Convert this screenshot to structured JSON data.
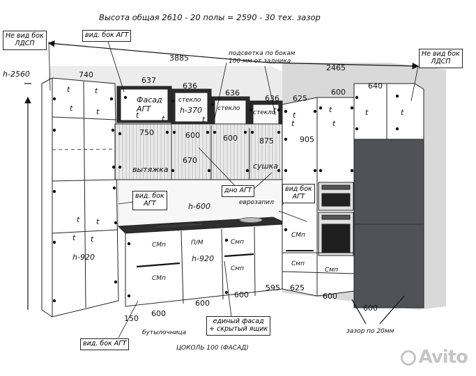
{
  "header": {
    "title": "Высота общая 2610 - 20 полы = 2590 - 30 тех. зазор"
  },
  "callouts": {
    "side_ldsp_left": "Не вид бок\nЛДСП",
    "side_ldsp_right": "Не вид бок\nЛДСП",
    "side_agt_top": "вид. бок АГТ",
    "side_agt_mid": "вид. бок\nАГТ",
    "side_agt_right": "вид бок\nАГТ",
    "side_agt_bottom": "вид.  бок АГТ",
    "lighting": "подсветка по бокам\n100 мм от задника",
    "bottom_agt": "дно АГТ",
    "single_facade": "единый фасад\n+ скрытый ящик"
  },
  "dimensions": {
    "overall_left": "3885",
    "overall_right": "2465",
    "height_total": "h-2560",
    "w740": "740",
    "w637": "637",
    "w636a": "636",
    "w636b": "636",
    "w636c": "636",
    "w625_top": "625",
    "w600_top": "600",
    "w640": "640",
    "h370": "h-370",
    "w750": "750",
    "w600_mid1": "600",
    "w600_mid2": "600",
    "w875": "875",
    "w905": "905",
    "w670": "670",
    "h600": "h-600",
    "h920_left": "h-920",
    "h920_mid": "h-920",
    "w595": "595",
    "w625_bot": "625",
    "w600_b1": "600",
    "w600_b2": "600",
    "w600_b3": "600",
    "w600_b4": "600",
    "w600_col": "600",
    "w150": "150"
  },
  "texts": {
    "facade_agt": "Фасад\nАГТ",
    "glass1": "стекло",
    "glass2": "стекло",
    "glass3": "стекло",
    "hood": "вытяжка",
    "dryer": "сушка",
    "euro": "еврозапил",
    "bottle": "бутылочница",
    "gap": "зазор по 20мм",
    "plinth": "ЦОКОЛЬ 100 (ФАСАД)",
    "smp1": "СМп",
    "smp2": "СМп",
    "pm": "П/М",
    "smp3": "Смп",
    "smp4": "Смп",
    "smp5": "СМп",
    "smp6": "Смп",
    "smp7": "Смп",
    "t": "t"
  },
  "watermark": "Avito"
}
